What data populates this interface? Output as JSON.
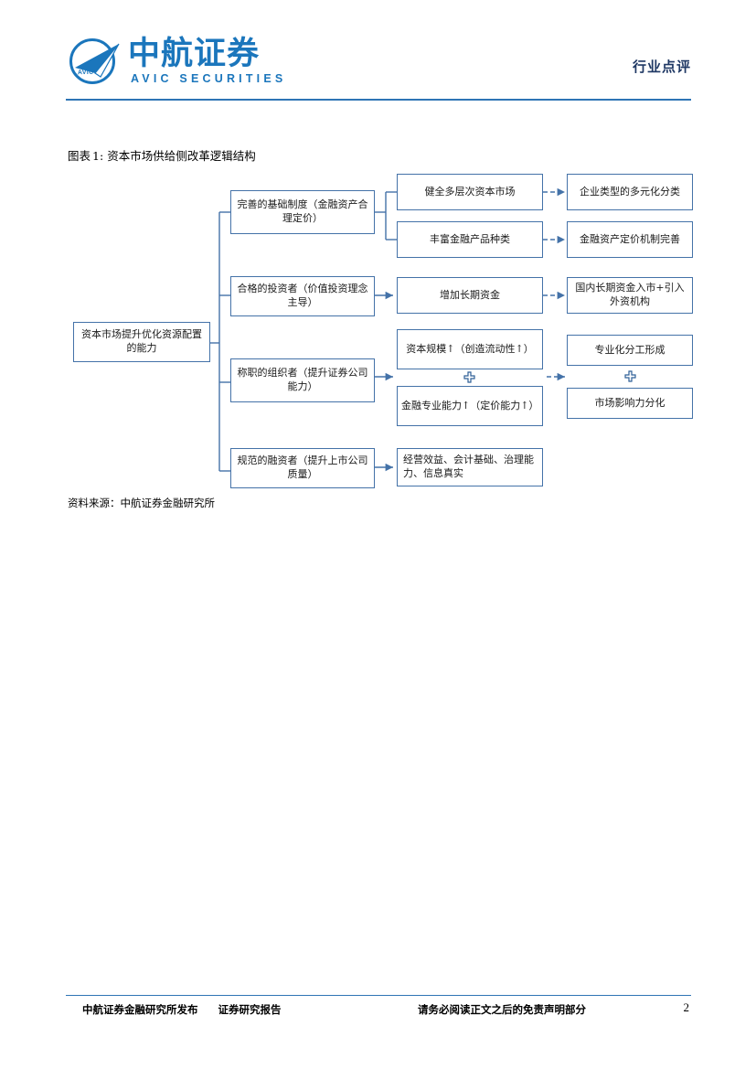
{
  "header": {
    "logo_cn": "中航证券",
    "logo_en": "AVIC  SECURITIES",
    "logo_badge": "AVIC",
    "report_type": "行业点评"
  },
  "figure": {
    "label": "图表",
    "number": "1:",
    "title": "资本市场供给侧改革逻辑结构",
    "source_label": "资料来源：",
    "source_value": "中航证券金融研究所"
  },
  "diagram": {
    "root": "资本市场提升优化资源配置的能力",
    "pillars": [
      "完善的基础制度（金融资产合理定价）",
      "合格的投资者（价值投资理念主导）",
      "称职的组织者（提升证券公司能力）",
      "规范的融资者（提升上市公司质量）"
    ],
    "middle": [
      "健全多层次资本市场",
      "丰富金融产品种类",
      "增加长期资金",
      "资本规模↑（创造流动性↑）",
      "金融专业能力↑（定价能力↑）",
      "经营效益、会计基础、治理能力、信息真实"
    ],
    "outcomes": [
      "企业类型的多元化分类",
      "金融资产定价机制完善",
      "国内长期资金入市+引入外资机构",
      "专业化分工形成",
      "市场影响力分化"
    ],
    "operator": "+",
    "line_color": "#4472a8",
    "accent_color": "#1b76bc"
  },
  "footer": {
    "left_a": "中航证券金融研究所发布",
    "left_b": "证券研究报告",
    "center": "请务必阅读正文之后的免责声明部分",
    "page": "2"
  }
}
